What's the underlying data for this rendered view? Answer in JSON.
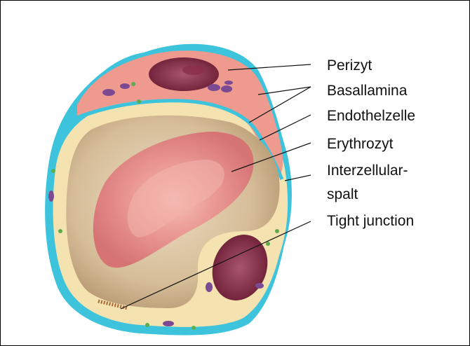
{
  "labels": {
    "perizyt": "Perizyt",
    "basallamina": "Basallamina",
    "endothelzelle": "Endothelzelle",
    "erythrozyt": "Erythrozyt",
    "interzellular_line1": "Interzellular-",
    "interzellular_line2": "spalt",
    "tight_junction": "Tight junction"
  },
  "colors": {
    "basal_lamina": "#3ec3dc",
    "pericyte": "#ee9a8e",
    "pericyte_nucleus": "#8a2e48",
    "endothelium": "#f4e3b0",
    "lumen": "#d7c09e",
    "erythrocyte": "#e78987",
    "erythrocyte_center": "#f2b2ab",
    "mitochondria": "#7b4a92",
    "vesicles": "#5cae4d",
    "leader_lines": "#111111"
  }
}
